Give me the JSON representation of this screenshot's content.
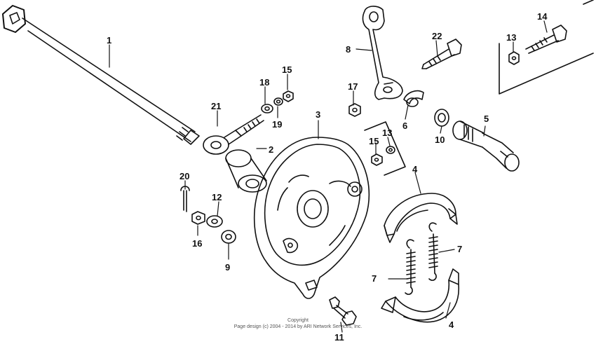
{
  "callouts": {
    "c1": "1",
    "c2": "2",
    "c3": "3",
    "c4a": "4",
    "c4b": "4",
    "c5": "5",
    "c6": "6",
    "c7a": "7",
    "c7b": "7",
    "c8": "8",
    "c9": "9",
    "c10": "10",
    "c11": "11",
    "c12": "12",
    "c13a": "13",
    "c13b": "13",
    "c14": "14",
    "c15a": "15",
    "c15b": "15",
    "c16": "16",
    "c17": "17",
    "c18": "18",
    "c19": "19",
    "c20": "20",
    "c21": "21",
    "c22": "22"
  },
  "copyright": {
    "line1": "Copyright",
    "line2": "Page design (c) 2004 - 2014 by ARI Network Services, Inc."
  },
  "colors": {
    "ink": "#111111",
    "background": "#ffffff"
  }
}
